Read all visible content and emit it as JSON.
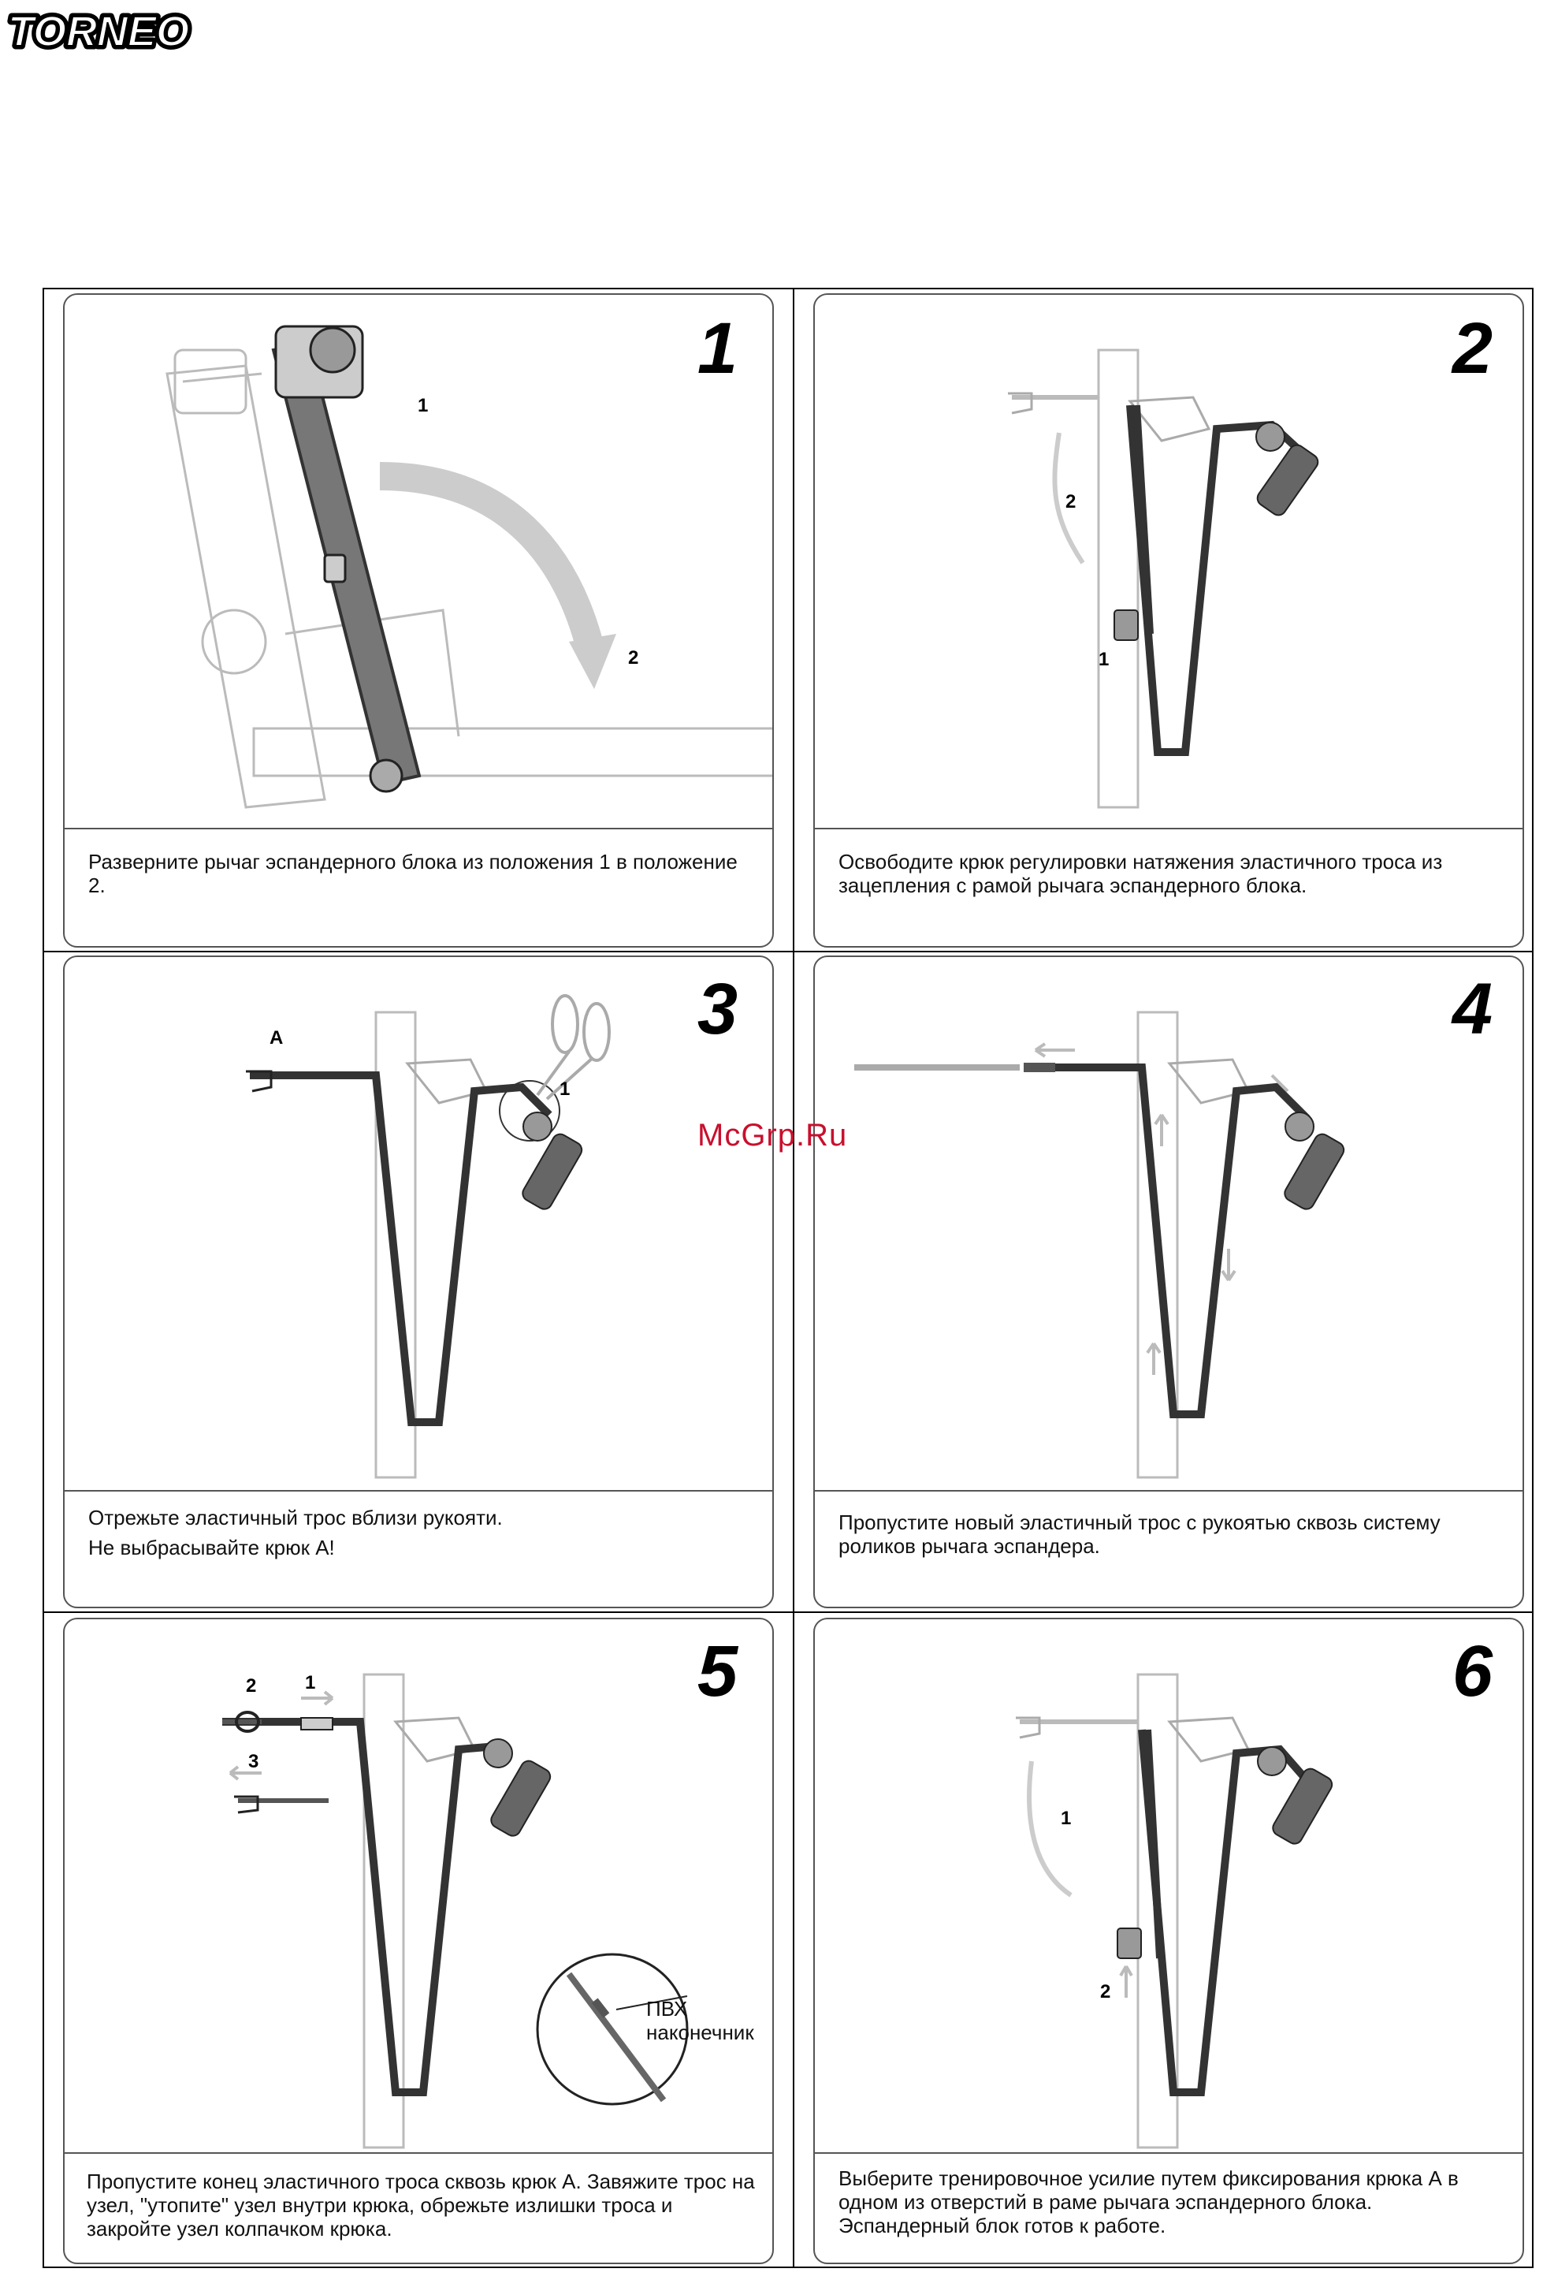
{
  "brand": {
    "logo_text": "TORNEO"
  },
  "watermark": "McGrp.Ru",
  "steps": [
    {
      "number": "1",
      "labels": [
        "1",
        "2"
      ],
      "caption": [
        "Разверните рычаг эспандерного блока из положения 1 в положение 2."
      ]
    },
    {
      "number": "2",
      "labels": [
        "2",
        "1"
      ],
      "caption": [
        "Освободите крюк регулировки натяжения эластичного троса из зацепления с рамой рычага эспандерного блока."
      ]
    },
    {
      "number": "3",
      "labels": [
        "A",
        "1"
      ],
      "caption": [
        "Отрежьте эластичный трос вблизи рукояти.",
        "Не выбрасывайте крюк А!"
      ]
    },
    {
      "number": "4",
      "labels": [],
      "caption": [
        "Пропустите новый эластичный трос с рукоятью сквозь систему роликов рычага эспандера."
      ]
    },
    {
      "number": "5",
      "labels": [
        "2",
        "1",
        "3"
      ],
      "callout": [
        "ПВХ",
        "наконечник"
      ],
      "caption": [
        "Пропустите конец эластичного троса сквозь крюк А. Завяжите трос на узел, \"утопите\" узел внутри крюка, обрежьте излишки троса и закройте узел колпачком крюка."
      ]
    },
    {
      "number": "6",
      "labels": [
        "1",
        "2"
      ],
      "caption": [
        "Выберите тренировочное усилие путем фиксирования крюка А в одном из отверстий в раме рычага эспандерного блока.",
        "Эспандерный блок готов к работе."
      ]
    }
  ]
}
